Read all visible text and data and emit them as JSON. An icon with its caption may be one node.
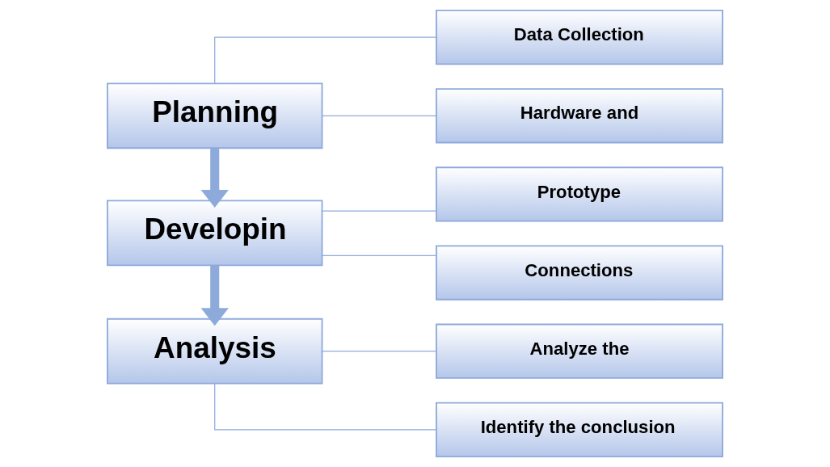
{
  "diagram": {
    "nodes": [
      {
        "text": [
          "Planning"
        ]
      },
      {
        "text": [
          "Developin"
        ]
      },
      {
        "text": [
          "Analysis"
        ]
      },
      {
        "text": [
          "Data Collection"
        ]
      },
      {
        "text": [
          "Hardware and"
        ]
      },
      {
        "text": [
          "Prototype"
        ]
      },
      {
        "text": [
          "Connections"
        ]
      },
      {
        "text": [
          "Analyze the"
        ]
      },
      {
        "text": [
          "Identify the conclusion"
        ]
      }
    ],
    "edges": [
      {
        "from": 0,
        "to": 1,
        "arrow": "to",
        "style": "thick"
      },
      {
        "from": 1,
        "to": 2,
        "arrow": "to",
        "style": "thick"
      },
      {
        "from": 0,
        "to": 3,
        "arrow": "none"
      },
      {
        "from": 0,
        "to": 4,
        "arrow": "none"
      },
      {
        "from": 1,
        "to": 5,
        "arrow": "none"
      },
      {
        "from": 1,
        "to": 6,
        "arrow": "none"
      },
      {
        "from": 2,
        "to": 7,
        "arrow": "none"
      },
      {
        "from": 2,
        "to": 8,
        "arrow": "none"
      }
    ]
  }
}
